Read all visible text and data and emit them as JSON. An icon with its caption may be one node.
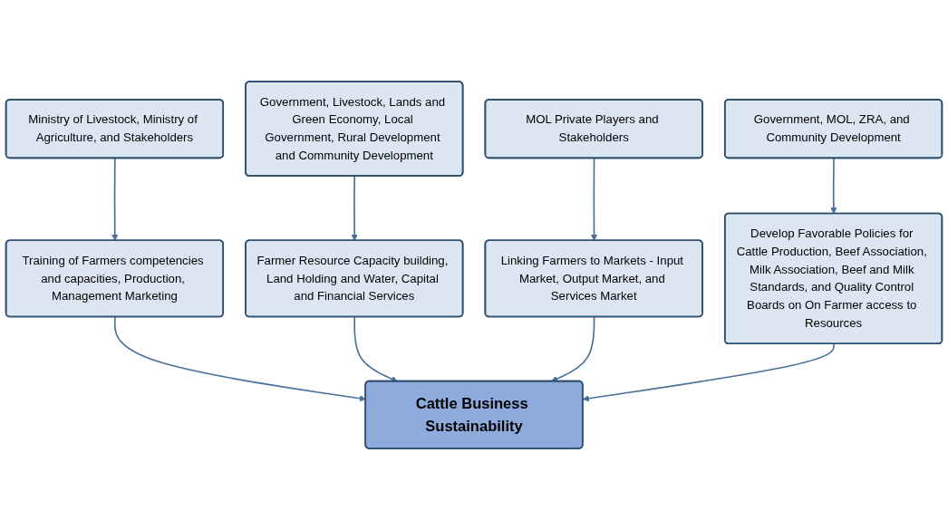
{
  "diagram": {
    "nodes": [
      {
        "text": [
          "Ministry of Livestock, Ministry of Agriculture, and Stakeholders"
        ]
      },
      {
        "text": [
          "Government, Livestock, Lands and Green Economy, Local Government, Rural Development and Community Development"
        ]
      },
      {
        "text": [
          "Training of Farmers competencies and capacities, Production, Management Marketing"
        ]
      },
      {
        "text": [
          "Farmer Resource Capacity building, Land Holding and Water, Capital and Financial Services"
        ]
      },
      {
        "text": [
          "Cattle Business Sustainability"
        ]
      },
      {
        "text": [
          "Linking Farmers to Markets - Input Market, Output Market, and Services Market"
        ]
      },
      {
        "text": [
          "Develop Favorable Policies for Cattle Production, Beef Association, Milk Association, Beef and Milk Standards, and Quality Control Boards on On Farmer access to Resources"
        ]
      },
      {
        "text": [
          "MOL Private Players and Stakeholders"
        ]
      },
      {
        "text": [
          "Government, MOL, ZRA, and Community Development"
        ]
      }
    ],
    "edges": [
      {
        "from": 0,
        "to": 2,
        "arrow": "to"
      },
      {
        "from": 1,
        "to": 3,
        "arrow": "to"
      },
      {
        "from": 2,
        "to": 4,
        "arrow": "to"
      },
      {
        "from": 3,
        "to": 4,
        "arrow": "to"
      },
      {
        "from": 5,
        "to": 4,
        "arrow": "to"
      },
      {
        "from": 6,
        "to": 4,
        "arrow": "to"
      },
      {
        "from": 7,
        "to": 5,
        "arrow": "to"
      },
      {
        "from": 8,
        "to": 6,
        "arrow": "to"
      }
    ]
  }
}
